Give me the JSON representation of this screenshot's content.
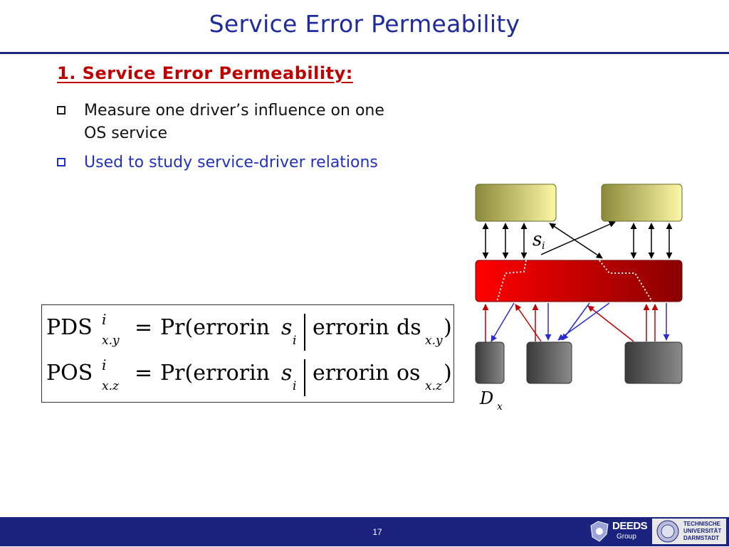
{
  "slide": {
    "title": "Service Error Permeability",
    "heading": "1. Service Error Permeability:",
    "bullets": [
      {
        "text": "Measure one driver’s influence on one OS service"
      },
      {
        "text": "Used to study service-driver relations"
      }
    ],
    "page_number": "17"
  },
  "formula": {
    "row1": {
      "lhs": "PDS",
      "sup": "i",
      "sub": "x.y",
      "eq": "=",
      "pr": "Pr(errorin",
      "s": "s",
      "s_sub": "i",
      "given": "errorin",
      "ds": "ds",
      "ds_sub": "x.y",
      "close": ")"
    },
    "row2": {
      "lhs": "POS",
      "sup": "i",
      "sub": "x.z",
      "eq": "=",
      "pr": "Pr(errorin",
      "s": "s",
      "s_sub": "i",
      "given": "errorin",
      "os": "os",
      "os_sub": "x.z",
      "close": ")"
    }
  },
  "diagram": {
    "service_label": "s",
    "service_label_sub": "i",
    "driver_label": "D",
    "driver_label_sub": "x",
    "colors": {
      "service_box": "#f4f09a",
      "os_box": "#d40000",
      "driver_box": "#666666",
      "arrow_red": "#c00000",
      "arrow_blue": "#2a2ad0"
    }
  },
  "footer": {
    "deeds_logo": "DEEDS",
    "deeds_group": "Group",
    "tu_line1": "TECHNISCHE",
    "tu_line2": "UNIVERSITÄT",
    "tu_line3": "DARMSTADT"
  }
}
